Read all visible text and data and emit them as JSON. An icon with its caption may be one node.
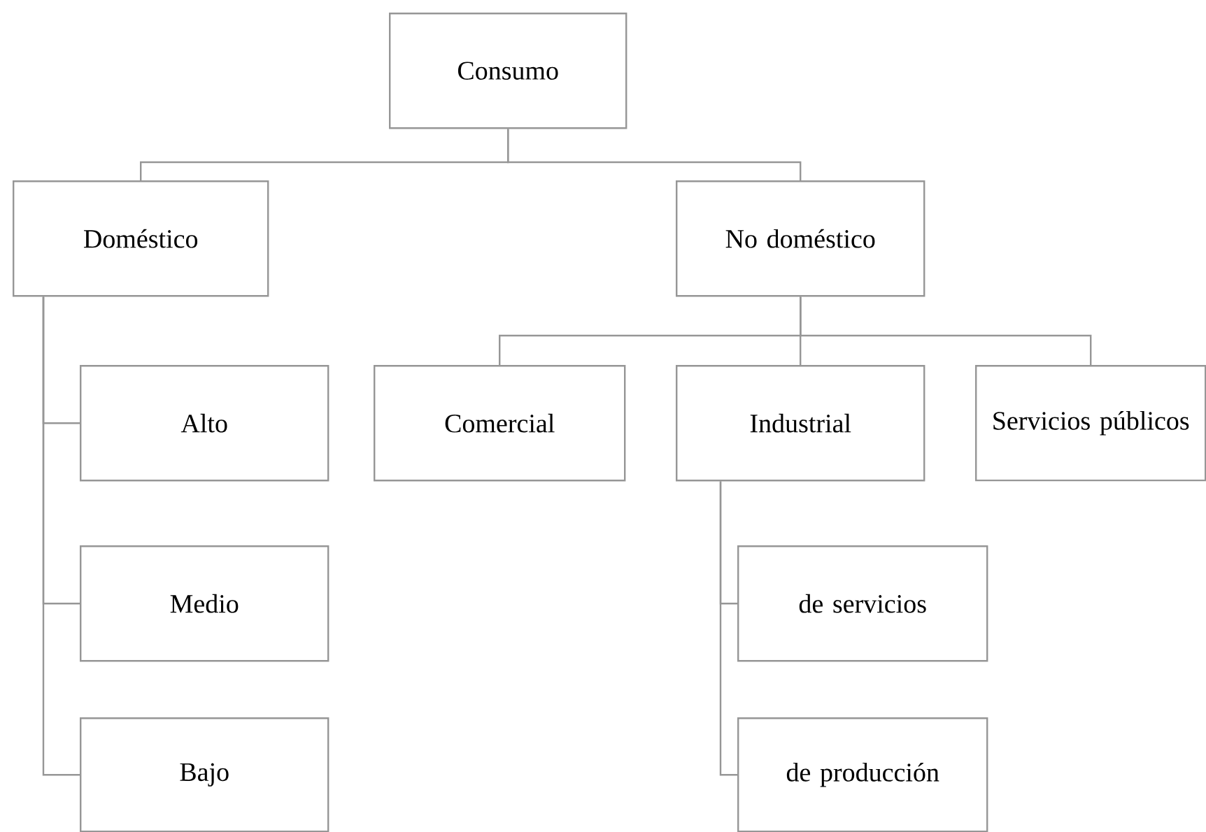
{
  "diagram": {
    "nodes": [
      {
        "text": [
          "Consumo"
        ]
      },
      {
        "text": [
          "Doméstico"
        ]
      },
      {
        "text": [
          "No doméstico"
        ]
      },
      {
        "text": [
          "Alto"
        ]
      },
      {
        "text": [
          "Medio"
        ]
      },
      {
        "text": [
          "Bajo"
        ]
      },
      {
        "text": [
          "Comercial"
        ]
      },
      {
        "text": [
          "Industrial"
        ]
      },
      {
        "text": [
          "Servicios públicos"
        ]
      },
      {
        "text": [
          "de servicios"
        ]
      },
      {
        "text": [
          "de producción"
        ]
      }
    ],
    "edges": [
      {
        "from": 0,
        "to": 1,
        "arrow": "none"
      },
      {
        "from": 0,
        "to": 2,
        "arrow": "none"
      },
      {
        "from": 1,
        "to": 3,
        "arrow": "none"
      },
      {
        "from": 1,
        "to": 4,
        "arrow": "none"
      },
      {
        "from": 1,
        "to": 5,
        "arrow": "none"
      },
      {
        "from": 2,
        "to": 6,
        "arrow": "none"
      },
      {
        "from": 2,
        "to": 7,
        "arrow": "none"
      },
      {
        "from": 2,
        "to": 8,
        "arrow": "none"
      },
      {
        "from": 7,
        "to": 9,
        "arrow": "none"
      },
      {
        "from": 7,
        "to": 10,
        "arrow": "none"
      }
    ]
  }
}
